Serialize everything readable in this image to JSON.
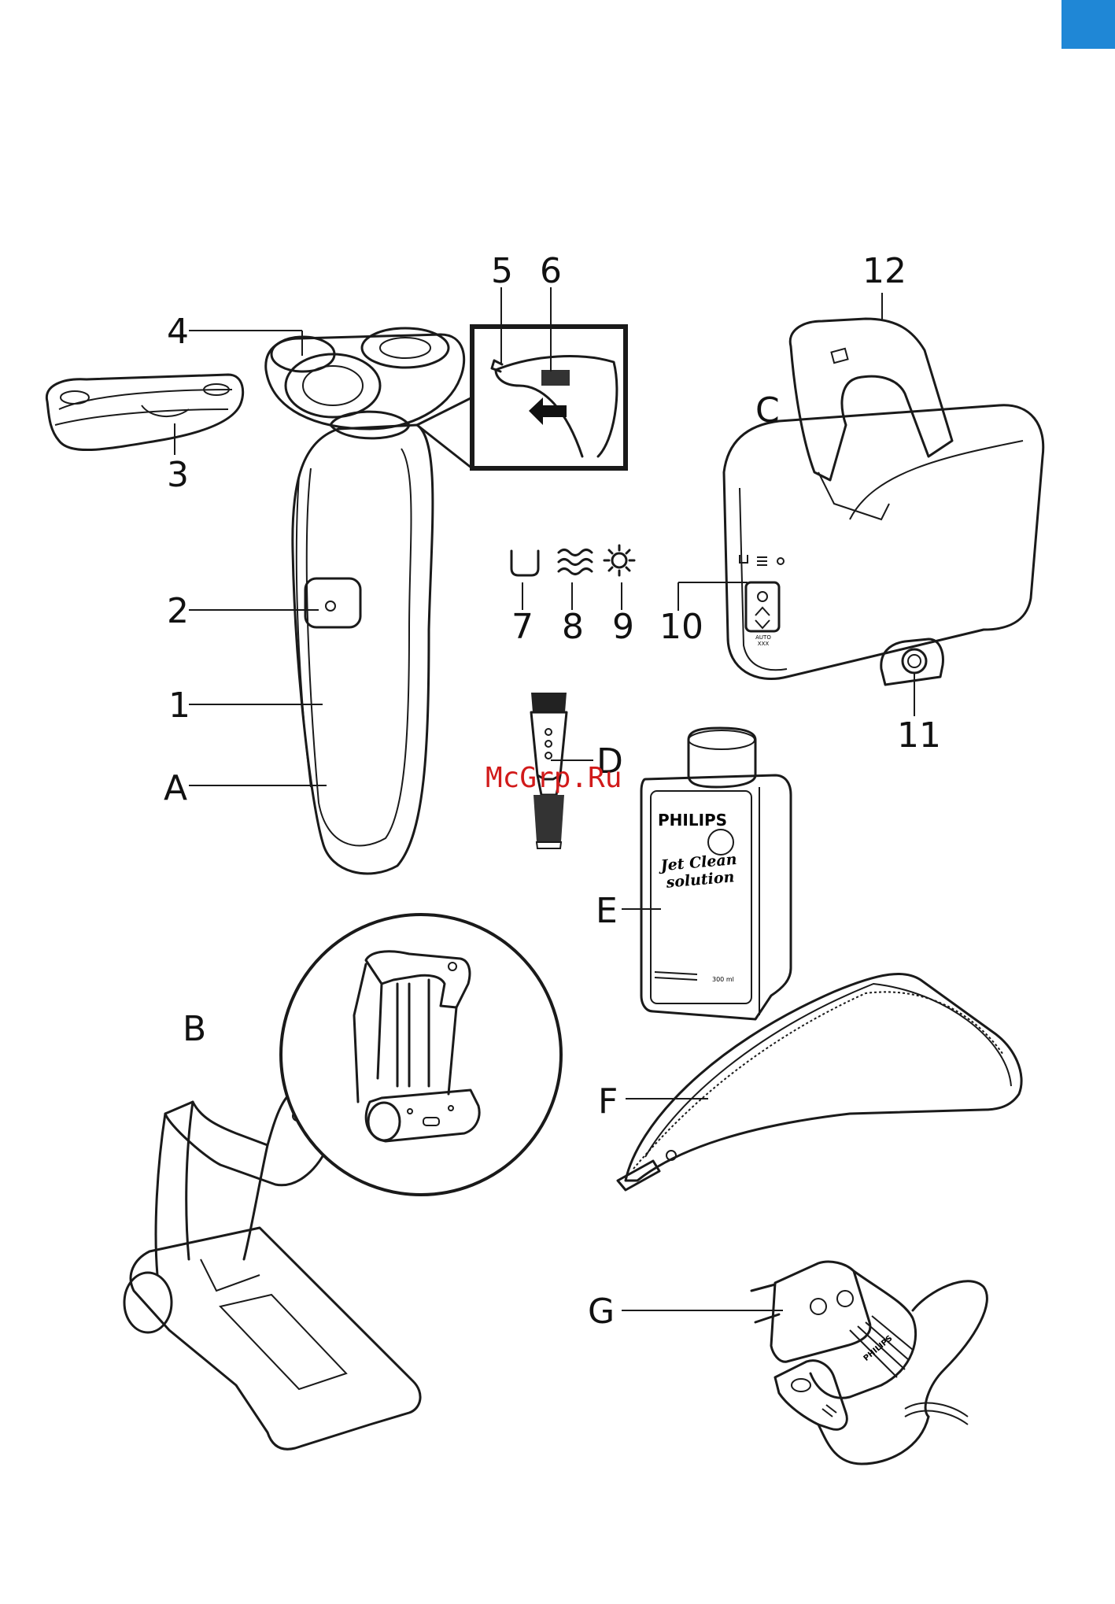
{
  "colors": {
    "corner_tag": "#1f87d6",
    "ink": "#1a1a1a",
    "watermark": "#d11a1a"
  },
  "callouts": {
    "n1": "1",
    "n2": "2",
    "n3": "3",
    "n4": "4",
    "n5": "5",
    "n6": "6",
    "n7": "7",
    "n8": "8",
    "n9": "9",
    "n10": "10",
    "n11": "11",
    "n12": "12",
    "A": "A",
    "B": "B",
    "C": "C",
    "D": "D",
    "E": "E",
    "F": "F",
    "G": "G"
  },
  "bottle": {
    "brand": "PHILIPS",
    "line1": "Jet Clean",
    "line2": "solution",
    "volume": "300 ml"
  },
  "adapter": {
    "brand": "PHILIPS"
  },
  "station": {
    "button_text": "AUTO",
    "button_sub": "XXX"
  },
  "watermark": "McGrp.Ru"
}
